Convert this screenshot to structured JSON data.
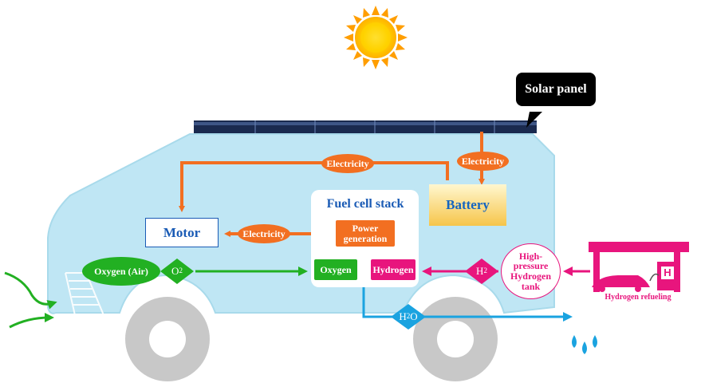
{
  "labels": {
    "solar_panel": "Solar panel",
    "battery": "Battery",
    "motor": "Motor",
    "fuel_cell_stack": "Fuel cell stack",
    "power_generation": "Power generation",
    "oxygen_box": "Oxygen",
    "hydrogen_box": "Hydrogen",
    "electricity_top": "Electricity",
    "electricity_right": "Electricity",
    "electricity_motor": "Electricity",
    "oxygen_air": "Oxygen (Air)",
    "o2": "O",
    "o2_sub": "2",
    "h2": "H",
    "h2_sub": "2",
    "h2o_h": "H",
    "h2o_sub": "2",
    "h2o_o": "O",
    "tank": "High-pressure Hydrogen tank",
    "refueling": "Hydrogen refueling",
    "station_sign": "H"
  },
  "colors": {
    "orange": "#f26f21",
    "green": "#22b022",
    "pink": "#e8157d",
    "blue_water": "#1aa3e0",
    "car_body": "#bfe6f4",
    "wheel": "#cccccc",
    "text_blue": "#1a5bb5"
  }
}
